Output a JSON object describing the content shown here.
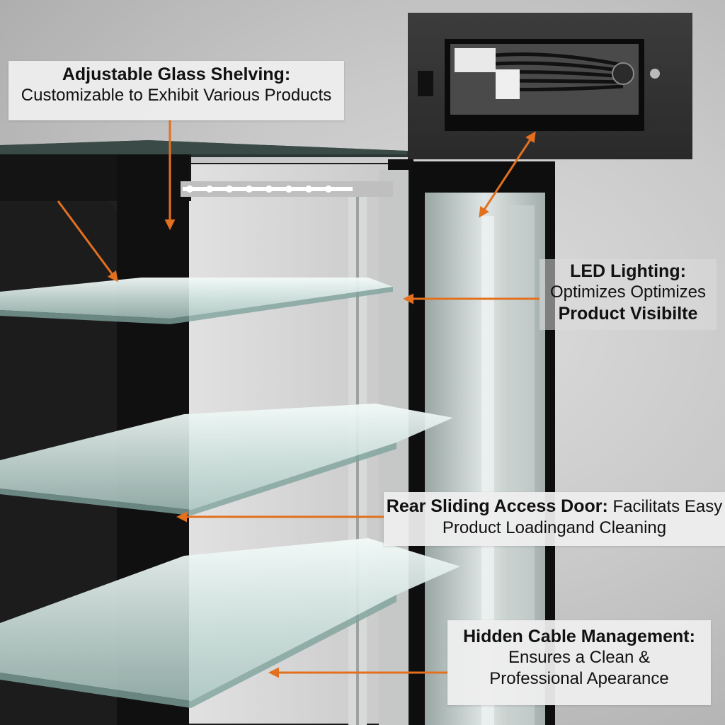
{
  "callouts": {
    "glass_shelving": {
      "title": "Adjustable Glass Shelving:",
      "subtitle": "Customizable to Exhibit Various Products"
    },
    "led_lighting": {
      "title": "LED Lighting:",
      "line1": "Optimizes Optimizes",
      "line2": "Product Visibilte"
    },
    "sliding_door": {
      "title": "Rear Sliding Access Door:",
      "title_suffix": " Facilitats Easy",
      "line2": "Product Loadingand Cleaning"
    },
    "cable_management": {
      "title": "Hidden Cable Management:",
      "line1": "Ensures a Clean &",
      "line2": "Professional Apearance"
    }
  },
  "colors": {
    "arrow": "#e2701f",
    "frame": "#121212",
    "glass": "#cfe3df",
    "background": "#c9c9c9"
  }
}
